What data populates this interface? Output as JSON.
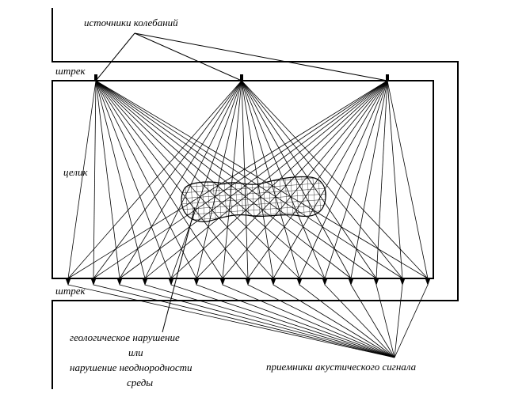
{
  "labels": {
    "sources": "источники колебаний",
    "drift_top": "штрек",
    "pillar": "целик",
    "drift_bottom": "штрек",
    "disturbance_line1": "геологическое нарушение",
    "disturbance_line2": "или",
    "disturbance_line3": "нарушение неоднородности",
    "disturbance_line4": "среды",
    "receivers": "приемники акустического сигнала"
  },
  "sources_count": 3,
  "receivers_count": 15,
  "colors": {
    "ink": "#000000",
    "background": "#ffffff"
  }
}
